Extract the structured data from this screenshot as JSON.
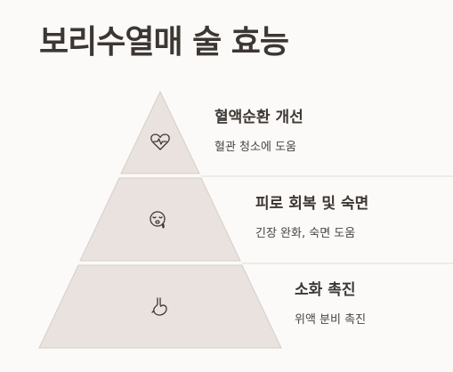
{
  "title": "보리수열매 술 효능",
  "tiers": [
    {
      "title": "혈액순환 개선",
      "description": "혈관 청소에 도움",
      "icon": "heart-pulse-icon"
    },
    {
      "title": "피로 회복 및 숙면",
      "description": "긴장 완화, 숙면 도움",
      "icon": "sleepy-face-icon"
    },
    {
      "title": "소화 촉진",
      "description": "위액 분비 촉진",
      "icon": "stomach-icon"
    }
  ],
  "colors": {
    "background": "#fbfaf8",
    "tier_fill": "#e9e2de",
    "tier_stroke": "#d8d0cb",
    "divider": "#e3ddd9",
    "text_dark": "#3d3733"
  }
}
